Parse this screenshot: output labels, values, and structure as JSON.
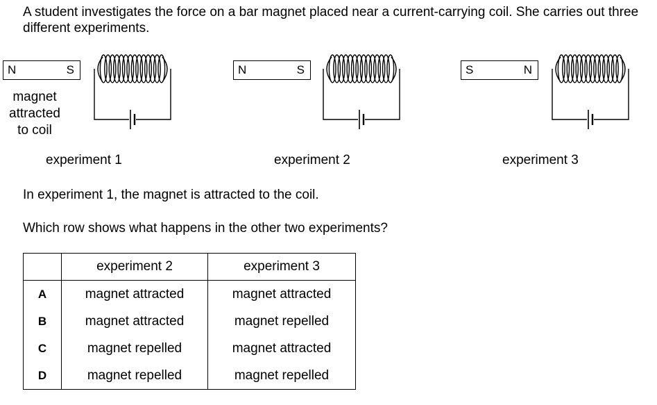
{
  "intro": "A student investigates the force on a bar magnet placed near a current-carrying coil. She carries out three different experiments.",
  "experiments": [
    {
      "label": "experiment 1",
      "magnet_left": "N",
      "magnet_right": "S"
    },
    {
      "label": "experiment 2",
      "magnet_left": "N",
      "magnet_right": "S"
    },
    {
      "label": "experiment 3",
      "magnet_left": "S",
      "magnet_right": "N"
    }
  ],
  "side_label": {
    "line1": "magnet",
    "line2": "attracted",
    "line3": "to coil"
  },
  "statement": "In experiment 1, the magnet is attracted to the coil.",
  "question": "Which row shows what happens in the other two experiments?",
  "table": {
    "headers": [
      "",
      "experiment 2",
      "experiment 3"
    ],
    "rows": [
      {
        "letter": "A",
        "exp2": "magnet attracted",
        "exp3": "magnet attracted"
      },
      {
        "letter": "B",
        "exp2": "magnet attracted",
        "exp3": "magnet repelled"
      },
      {
        "letter": "C",
        "exp2": "magnet repelled",
        "exp3": "magnet attracted"
      },
      {
        "letter": "D",
        "exp2": "magnet repelled",
        "exp3": "magnet repelled"
      }
    ]
  }
}
